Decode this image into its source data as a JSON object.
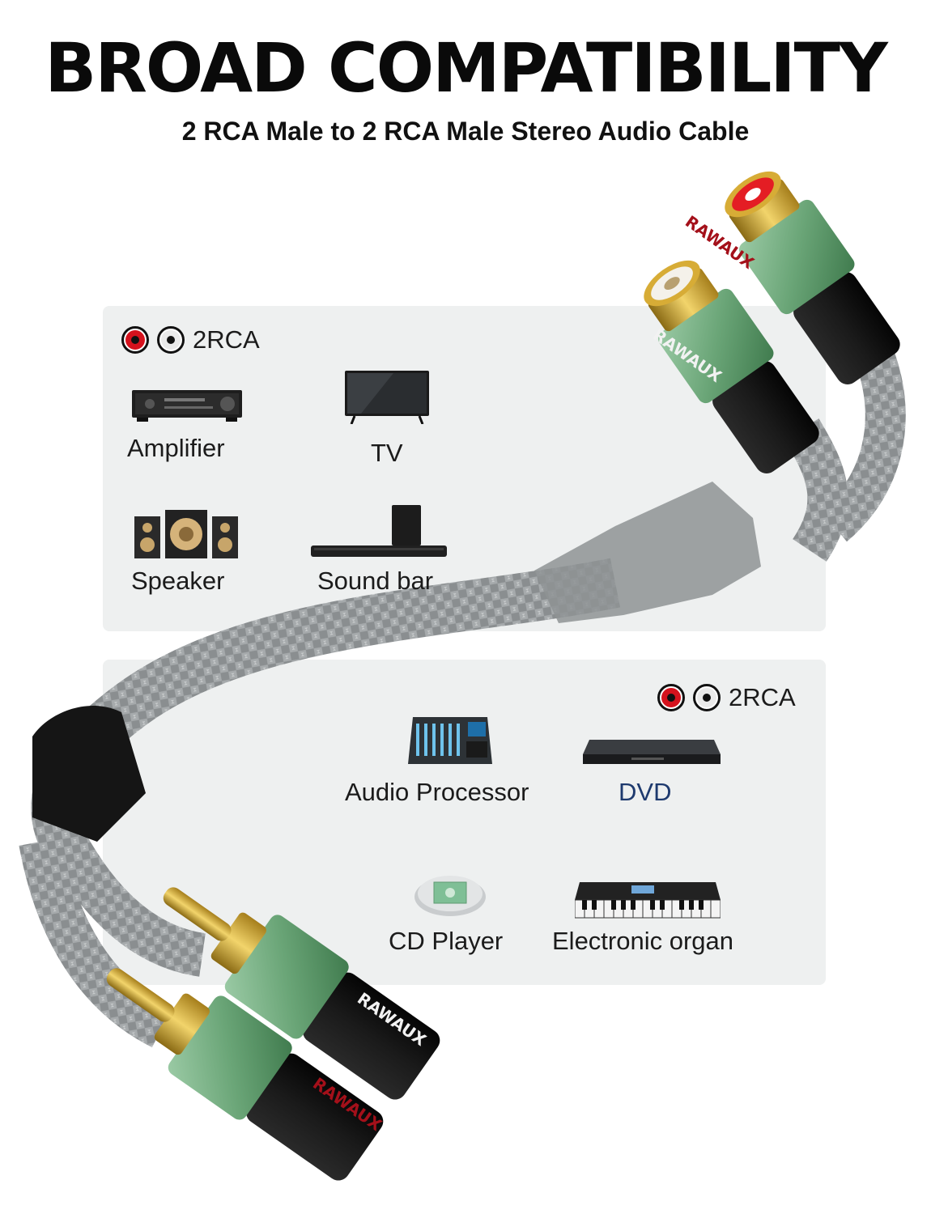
{
  "header": {
    "title": "BROAD COMPATIBILITY",
    "subtitle": "2 RCA Male to 2 RCA Male Stereo Audio Cable"
  },
  "panel_top": {
    "connector_label": "2RCA",
    "devices": [
      {
        "label": "Amplifier",
        "icon": "amplifier-icon"
      },
      {
        "label": "TV",
        "icon": "tv-icon"
      },
      {
        "label": "Speaker",
        "icon": "speaker-icon"
      },
      {
        "label": "Sound bar",
        "icon": "soundbar-icon"
      }
    ]
  },
  "panel_bottom": {
    "connector_label": "2RCA",
    "devices": [
      {
        "label": "Audio Processor",
        "icon": "mixer-icon"
      },
      {
        "label": "DVD",
        "icon": "dvd-icon"
      },
      {
        "label": "CD Player",
        "icon": "cd-player-icon"
      },
      {
        "label": "Electronic organ",
        "icon": "keyboard-icon"
      }
    ]
  },
  "product": {
    "brand": "RAWAUX"
  },
  "colors": {
    "connector_green": "#6ea77c",
    "gold": "#d7ac36",
    "red_insert": "#e41d24",
    "cable_braid": "#a4a8aa",
    "panel_bg": "#eef0f0"
  }
}
